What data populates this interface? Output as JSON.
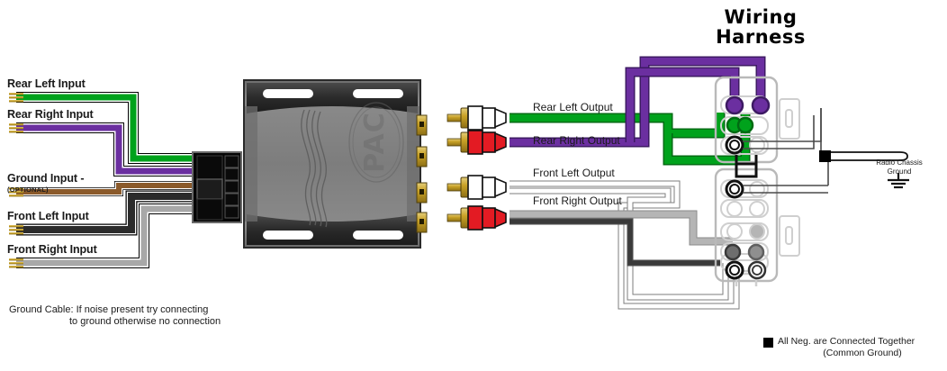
{
  "diagram": {
    "title": "Wiring Harness",
    "colors": {
      "green": "#00a21c",
      "purple": "#6b2fa0",
      "brown": "#8b5a2b",
      "black": "#2b2b2b",
      "gray": "#a8a8a8",
      "white_wire": "#ffffff",
      "red_rca": "#e31b23",
      "gold": "#c9a227",
      "module_body": "#7a7a7a",
      "module_edge": "#2f2f2f",
      "connector_black": "#0a0a0a",
      "outline": "#222222",
      "harness_outline": "#b9b9b9"
    }
  },
  "inputs": {
    "heading_note_line1": "Ground Cable: If noise present try connecting",
    "heading_note_line2": "to ground otherwise no connection",
    "items": [
      {
        "label": "Rear Left Input",
        "color": "green",
        "sub": ""
      },
      {
        "label": "Rear Right Input",
        "color": "purple",
        "sub": ""
      },
      {
        "label": "Ground Input -",
        "color": "brown",
        "sub": "(OPTIONAL)"
      },
      {
        "label": "Front Left Input",
        "color": "black",
        "sub": ""
      },
      {
        "label": "Front Right Input",
        "color": "gray",
        "sub": ""
      }
    ]
  },
  "module": {
    "brand": "PAC",
    "jack_count": 4
  },
  "outputs": {
    "items": [
      {
        "label": "Rear Left Output",
        "plug": "white",
        "wire": "green"
      },
      {
        "label": "Rear Right Output",
        "plug": "red",
        "wire": "purple"
      },
      {
        "label": "Front Left Output",
        "plug": "white",
        "wire": "white"
      },
      {
        "label": "Front Right Output",
        "plug": "red",
        "wire": "gray"
      }
    ]
  },
  "ground": {
    "label_line1": "Radio Chassis",
    "label_line2": "Ground"
  },
  "legend": {
    "line1": "All Neg. are Connected Together",
    "line2": "(Common Ground)"
  }
}
